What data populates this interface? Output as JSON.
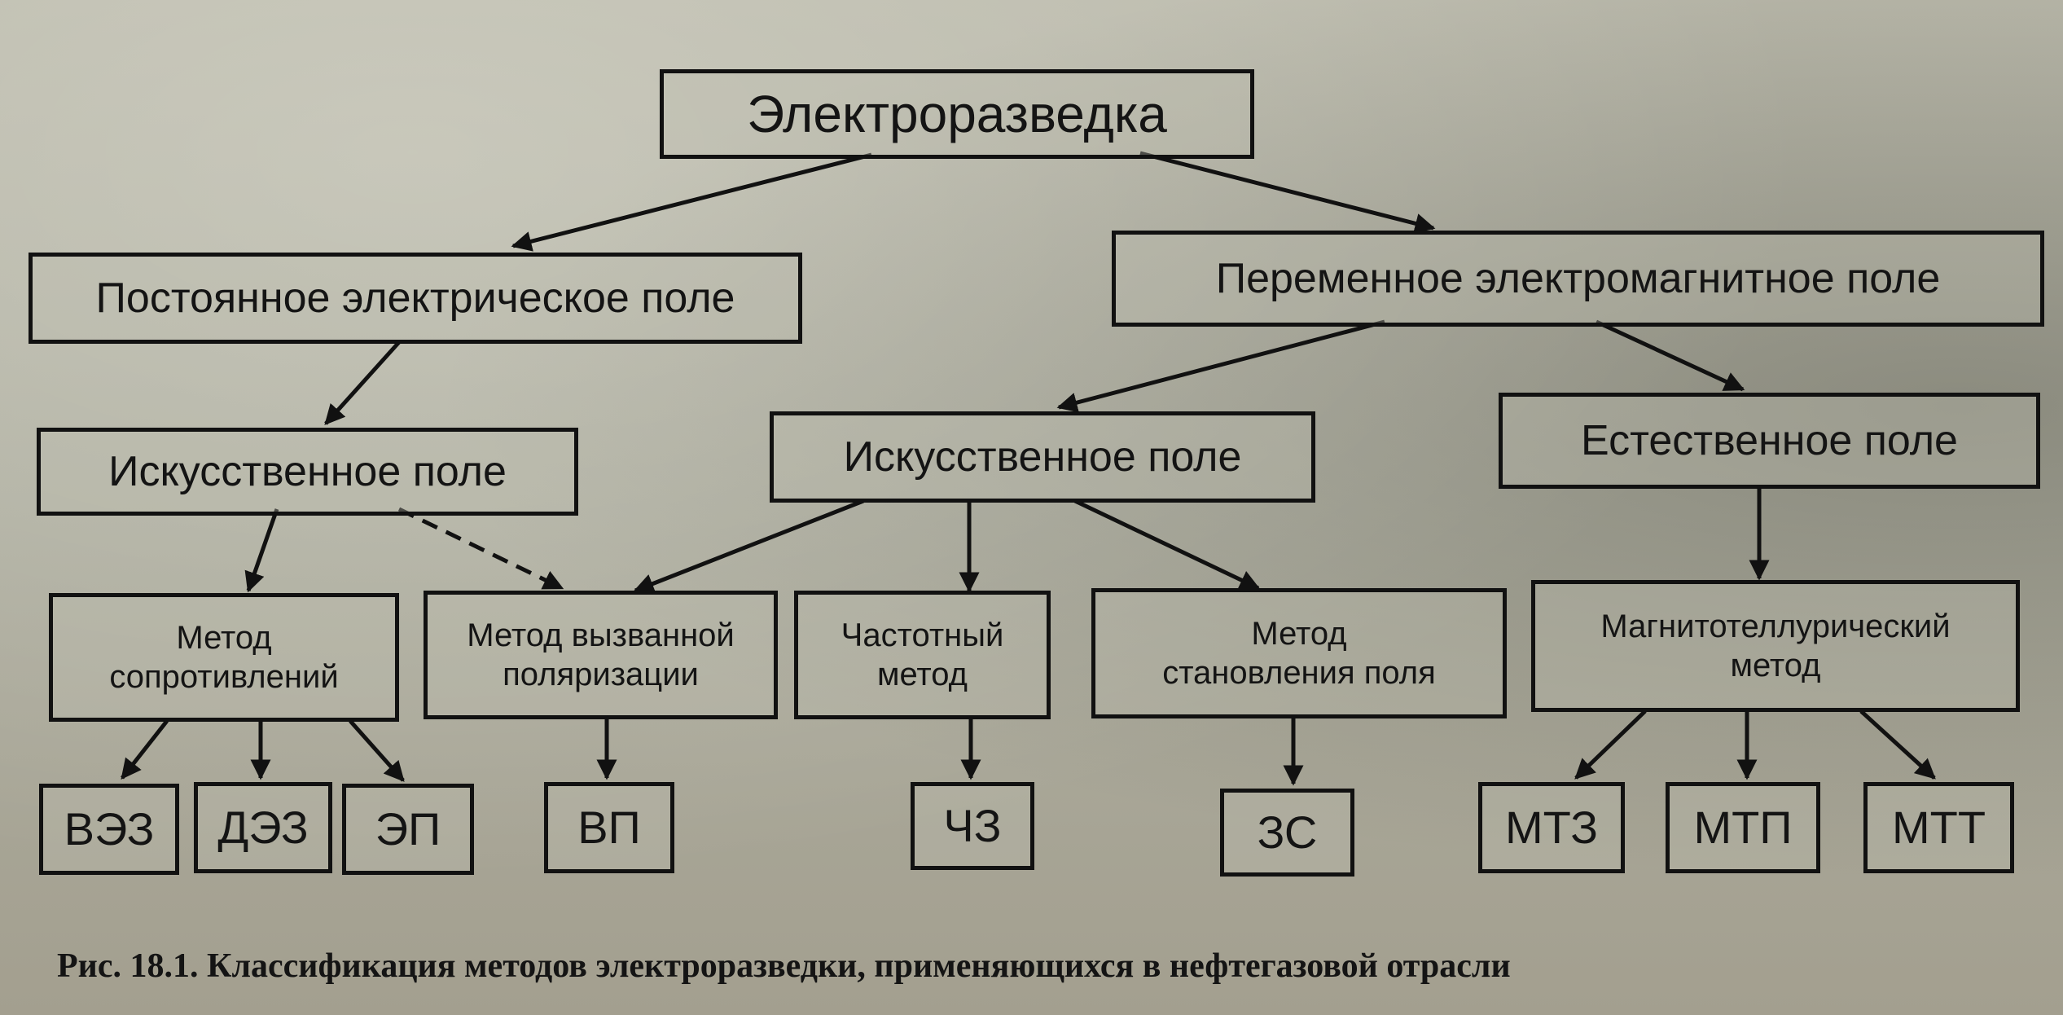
{
  "nodes": {
    "root": "Электроразведка",
    "dc_field": "Постоянное электрическое поле",
    "ac_field": "Переменное электромагнитное поле",
    "dc_artificial": "Искусственное поле",
    "ac_artificial": "Искусственное поле",
    "ac_natural": "Естественное поле",
    "resistivity": [
      "Метод",
      "сопротивлений"
    ],
    "induced_polarization": [
      "Метод вызванной",
      "поляризации"
    ],
    "frequency": [
      "Частотный",
      "метод"
    ],
    "transient": [
      "Метод",
      "становления поля"
    ],
    "magnetotelluric": [
      "Магнитотеллурический",
      "метод"
    ],
    "leaf_vez": "ВЭЗ",
    "leaf_dez": "ДЭЗ",
    "leaf_ep": "ЭП",
    "leaf_vp": "ВП",
    "leaf_chz": "ЧЗ",
    "leaf_zs": "ЗС",
    "leaf_mtz": "МТЗ",
    "leaf_mtp": "МТП",
    "leaf_mtt": "МТТ"
  },
  "caption": "Рис. 18.1. Классификация методов электроразведки, применяющихся в нефтегазовой отрасли"
}
